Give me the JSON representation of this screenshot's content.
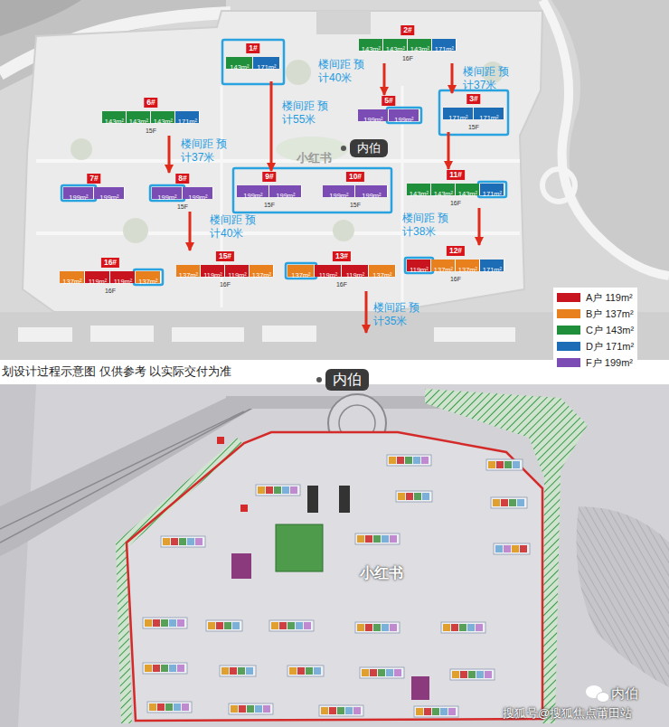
{
  "diagram": {
    "caption": "划设计过程示意图 仅供参考 以实际交付为准",
    "nodes": [
      {
        "text": [
          "2#",
          "16F"
        ]
      },
      {
        "text": [
          "143m²"
        ],
        "in": 0
      },
      {
        "text": [
          "143m²"
        ],
        "in": 0
      },
      {
        "text": [
          "143m²"
        ],
        "in": 0
      },
      {
        "text": [
          "171m²"
        ],
        "in": 0
      },
      {
        "text": [
          "1#"
        ]
      },
      {
        "text": [
          "143m²"
        ],
        "in": 5
      },
      {
        "text": [
          "171m²"
        ],
        "in": 5
      },
      {
        "text": [
          "6#",
          "15F"
        ]
      },
      {
        "text": [
          "143m²"
        ],
        "in": 8
      },
      {
        "text": [
          "143m²"
        ],
        "in": 8
      },
      {
        "text": [
          "143m²"
        ],
        "in": 8
      },
      {
        "text": [
          "171m²"
        ],
        "in": 8
      },
      {
        "text": [
          "5#"
        ]
      },
      {
        "text": [
          "199m²"
        ],
        "in": 13
      },
      {
        "text": [
          "199m²"
        ],
        "in": 13
      },
      {
        "text": [
          "3#",
          "15F"
        ]
      },
      {
        "text": [
          "171m²"
        ],
        "in": 16
      },
      {
        "text": [
          "171m²"
        ],
        "in": 16
      },
      {
        "text": [
          "内伯"
        ]
      },
      {
        "text": [
          "7#"
        ]
      },
      {
        "text": [
          "199m²"
        ],
        "in": 20
      },
      {
        "text": [
          "199m²"
        ],
        "in": 20
      },
      {
        "text": [
          "8#",
          "15F"
        ]
      },
      {
        "text": [
          "199m²"
        ],
        "in": 23
      },
      {
        "text": [
          "199m²"
        ],
        "in": 23
      },
      {
        "text": [
          "9#",
          "15F"
        ]
      },
      {
        "text": [
          "199m²"
        ],
        "in": 26
      },
      {
        "text": [
          "199m²"
        ],
        "in": 26
      },
      {
        "text": [
          "10#",
          "15F"
        ]
      },
      {
        "text": [
          "199m²"
        ],
        "in": 29
      },
      {
        "text": [
          "199m²"
        ],
        "in": 29
      },
      {
        "text": [
          "11#",
          "16F"
        ]
      },
      {
        "text": [
          "143m²"
        ],
        "in": 32
      },
      {
        "text": [
          "143m²"
        ],
        "in": 32
      },
      {
        "text": [
          "143m²"
        ],
        "in": 32
      },
      {
        "text": [
          "171m²"
        ],
        "in": 32
      },
      {
        "text": [
          "16#",
          "16F"
        ]
      },
      {
        "text": [
          "137m²"
        ],
        "in": 37
      },
      {
        "text": [
          "119m²"
        ],
        "in": 37
      },
      {
        "text": [
          "119m²"
        ],
        "in": 37
      },
      {
        "text": [
          "137m²"
        ],
        "in": 37
      },
      {
        "text": [
          "15#",
          "16F"
        ]
      },
      {
        "text": [
          "137m²"
        ],
        "in": 42
      },
      {
        "text": [
          "119m²"
        ],
        "in": 42
      },
      {
        "text": [
          "119m²"
        ],
        "in": 42
      },
      {
        "text": [
          "137m²"
        ],
        "in": 42
      },
      {
        "text": [
          "13#",
          "16F"
        ]
      },
      {
        "text": [
          "137m²"
        ],
        "in": 47
      },
      {
        "text": [
          "119m²"
        ],
        "in": 47
      },
      {
        "text": [
          "119m²"
        ],
        "in": 47
      },
      {
        "text": [
          "137m²"
        ],
        "in": 47
      },
      {
        "text": [
          "12#",
          "16F"
        ]
      },
      {
        "text": [
          "119m²"
        ],
        "in": 52
      },
      {
        "text": [
          "137m²"
        ],
        "in": 52
      },
      {
        "text": [
          "137m²"
        ],
        "in": 52
      },
      {
        "text": [
          "171m²"
        ],
        "in": 52
      },
      {
        "text": [
          "内伯"
        ]
      }
    ],
    "edges": [
      {
        "from": 0,
        "to": 13,
        "arrow": "to",
        "label": "楼间距 预计40米"
      },
      {
        "from": 0,
        "to": 16,
        "arrow": "to",
        "label": "楼间距 预计37米"
      },
      {
        "from": 5,
        "to": 26,
        "arrow": "to",
        "label": "楼间距 预计55米"
      },
      {
        "from": 8,
        "to": 23,
        "arrow": "to",
        "label": "楼间距 预计37米"
      },
      {
        "from": 23,
        "to": 42,
        "arrow": "to",
        "label": "楼间距 预计40米"
      },
      {
        "from": 16,
        "to": 32,
        "arrow": "to"
      },
      {
        "from": 32,
        "to": 52,
        "arrow": "to",
        "label": "楼间距 预计38米"
      }
    ],
    "labels": [
      "楼间距 预计35米",
      "小红书",
      "小红书",
      "搜狐号@搜狐焦点莆田站",
      "内伯"
    ],
    "legend": [
      {
        "text": "A户 119m²",
        "color": "#c8141e"
      },
      {
        "text": "B户 137m²",
        "color": "#e8801e"
      },
      {
        "text": "C户 143m²",
        "color": "#1f8f3c"
      },
      {
        "text": "D户 171m²",
        "color": "#1c6db5"
      },
      {
        "text": "F户 199m²",
        "color": "#7b4db4"
      }
    ]
  }
}
